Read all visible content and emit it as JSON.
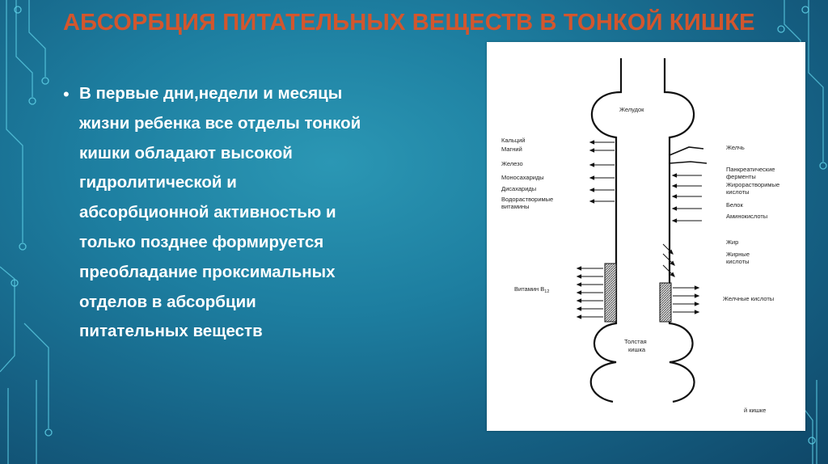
{
  "slide": {
    "title": "АБСОРБЦИЯ ПИТАТЕЛЬНЫХ ВЕЩЕСТВ В ТОНКОЙ КИШКЕ",
    "bullet": "В первые дни,недели и месяцы\nжизни ребенка все отделы тонкой\nкишки обладают высокой\nгидролитической и\nабсорбционной активностью и\nтолько позднее формируется\nпреобладание проксимальных\nотделов в абсорбции\nпитательных веществ"
  },
  "diagram": {
    "stomach": "Желудок",
    "colon_line1": "Толстая",
    "colon_line2": "кишка",
    "left_labels": [
      "Кальций",
      "Магний",
      "Железо",
      "Моносахариды",
      "Дисахариды",
      "Водорастворимые",
      "витамины"
    ],
    "vitamin_b12": "Витамин B",
    "vitamin_b12_sub": "12",
    "right_labels": [
      "Желчь",
      "Панкреатические",
      "ферменты",
      "Жирорастворимые",
      "кислоты",
      "Белок",
      "Аминокислоты",
      "Жир",
      "Жирные",
      "кислоты",
      "Желчные кислоты"
    ],
    "footer": "й кишке"
  },
  "colors": {
    "title": "#d3562d",
    "background": "#1d7ea0",
    "text": "#ffffff",
    "circuit": "#5fd0e6"
  }
}
